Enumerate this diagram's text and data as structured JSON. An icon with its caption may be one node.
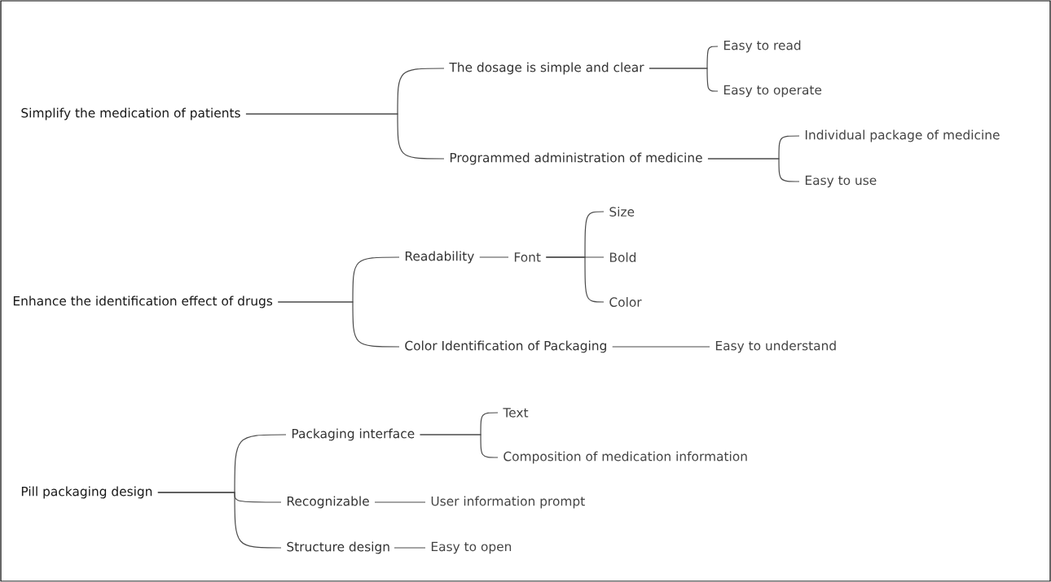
{
  "diagram": {
    "nodes": [
      {
        "text": [
          "Simplify the medication of patients"
        ]
      },
      {
        "text": [
          "The dosage is simple and clear"
        ]
      },
      {
        "text": [
          "Easy to read"
        ]
      },
      {
        "text": [
          "Easy to operate"
        ]
      },
      {
        "text": [
          "Programmed administration of medicine"
        ]
      },
      {
        "text": [
          "Individual package of medicine"
        ]
      },
      {
        "text": [
          "Easy to use"
        ]
      },
      {
        "text": [
          "Enhance the identification effect of drugs"
        ]
      },
      {
        "text": [
          "Readability"
        ]
      },
      {
        "text": [
          "Font"
        ]
      },
      {
        "text": [
          "Size"
        ]
      },
      {
        "text": [
          "Bold"
        ]
      },
      {
        "text": [
          "Color"
        ]
      },
      {
        "text": [
          "Color Identification of Packaging"
        ]
      },
      {
        "text": [
          "Easy to understand"
        ]
      },
      {
        "text": [
          "Pill packaging design"
        ]
      },
      {
        "text": [
          "Packaging interface"
        ]
      },
      {
        "text": [
          "Text"
        ]
      },
      {
        "text": [
          "Composition of medication information"
        ]
      },
      {
        "text": [
          "Recognizable"
        ]
      },
      {
        "text": [
          "User information prompt"
        ]
      },
      {
        "text": [
          "Structure design"
        ]
      },
      {
        "text": [
          "Easy to open"
        ]
      }
    ],
    "edges": [
      {
        "from": 0,
        "to": 1,
        "arrow": "none"
      },
      {
        "from": 0,
        "to": 4,
        "arrow": "none"
      },
      {
        "from": 1,
        "to": 2,
        "arrow": "none"
      },
      {
        "from": 1,
        "to": 3,
        "arrow": "none"
      },
      {
        "from": 4,
        "to": 5,
        "arrow": "none"
      },
      {
        "from": 4,
        "to": 6,
        "arrow": "none"
      },
      {
        "from": 7,
        "to": 8,
        "arrow": "none"
      },
      {
        "from": 7,
        "to": 13,
        "arrow": "none"
      },
      {
        "from": 8,
        "to": 9,
        "arrow": "none"
      },
      {
        "from": 9,
        "to": 10,
        "arrow": "none"
      },
      {
        "from": 9,
        "to": 11,
        "arrow": "none"
      },
      {
        "from": 9,
        "to": 12,
        "arrow": "none"
      },
      {
        "from": 13,
        "to": 14,
        "arrow": "none"
      },
      {
        "from": 15,
        "to": 16,
        "arrow": "none"
      },
      {
        "from": 15,
        "to": 19,
        "arrow": "none"
      },
      {
        "from": 15,
        "to": 21,
        "arrow": "none"
      },
      {
        "from": 16,
        "to": 17,
        "arrow": "none"
      },
      {
        "from": 16,
        "to": 18,
        "arrow": "none"
      },
      {
        "from": 19,
        "to": 20,
        "arrow": "none"
      },
      {
        "from": 21,
        "to": 22,
        "arrow": "none"
      }
    ]
  }
}
